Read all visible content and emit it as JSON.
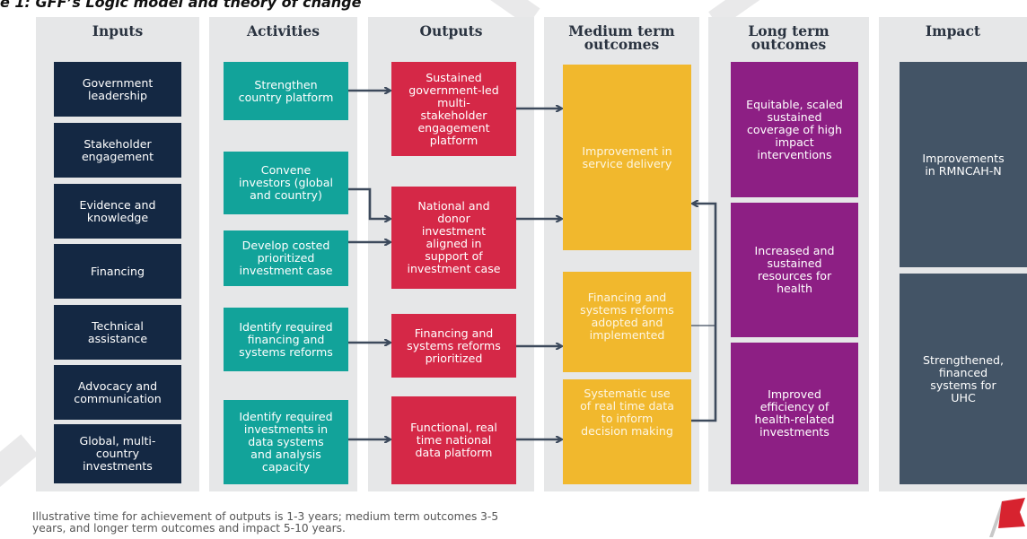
{
  "figure_title": "e 1: GFF’s Logic model and theory of change",
  "columns": {
    "inputs": "Inputs",
    "activities": "Activities",
    "outputs": "Outputs",
    "medium": "Medium term\noutcomes",
    "long": "Long term\noutcomes",
    "impact": "Impact"
  },
  "inputs": [
    "Government\nleadership",
    "Stakeholder\nengagement",
    "Evidence and\nknowledge",
    "Financing",
    "Technical\nassistance",
    "Advocacy and\ncommunication",
    "Global, multi-\ncountry\ninvestments"
  ],
  "activities": [
    "Strengthen\ncountry platform",
    "Convene\ninvestors (global\nand country)",
    "Develop costed\nprioritized\ninvestment case",
    "Identify required\nfinancing and\nsystems reforms",
    "Identify required\ninvestments in\ndata systems\nand analysis\ncapacity"
  ],
  "outputs": [
    "Sustained\ngovernment-led\nmulti-\nstakeholder\nengagement\nplatform",
    "National and\ndonor\ninvestment\naligned in\nsupport of\ninvestment case",
    "Financing and\nsystems reforms\nprioritized",
    "Functional, real\ntime national\ndata platform"
  ],
  "medium_outcomes": [
    "Improvement in\nservice delivery",
    "Financing and\nsystems reforms\nadopted and\nimplemented",
    "Systematic use\nof real time data\nto inform\ndecision making"
  ],
  "long_outcomes": [
    "Equitable, scaled\nsustained\ncoverage of high\nimpact\ninterventions",
    "Increased and\nsustained\nresources for\nhealth",
    "Improved\nefficiency of\nhealth-related\ninvestments"
  ],
  "impact": [
    "Improvements\nin RMNCAH-N",
    "Strengthened,\nfinanced\nsystems for\nUHC"
  ],
  "footnote": "Illustrative time for achievement of outputs is 1-3 years; medium term outcomes 3-5\nyears, and longer term outcomes and impact 5-10 years.",
  "colors": {
    "inputs": "#142843",
    "activities": "#12a39a",
    "outputs": "#d52847",
    "medium": "#f1b82d",
    "long": "#8d1f84",
    "impact": "#435466",
    "arrow": "#3d4a5c",
    "column_bg": "#e6e7e8"
  }
}
